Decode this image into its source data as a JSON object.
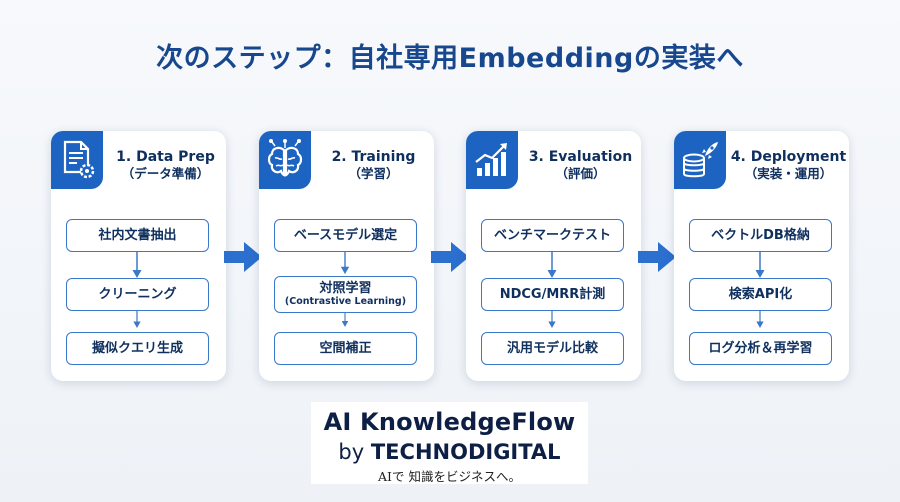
{
  "title": "次のステップ：自社専用Embeddingの実装へ",
  "stages": [
    {
      "title": "1. Data Prep",
      "subtitle": "（データ準備）",
      "icon": "document-gear-icon",
      "steps": [
        {
          "label": "社内文書抽出"
        },
        {
          "label": "クリーニング"
        },
        {
          "label": "擬似クエリ生成"
        }
      ]
    },
    {
      "title": "2. Training",
      "subtitle": "（学習）",
      "icon": "brain-network-icon",
      "steps": [
        {
          "label": "ベースモデル選定"
        },
        {
          "label": "対照学習",
          "sublabel": "(Contrastive Learning)"
        },
        {
          "label": "空間補正"
        }
      ]
    },
    {
      "title": "3. Evaluation",
      "subtitle": "（評価）",
      "icon": "bar-chart-icon",
      "steps": [
        {
          "label": "ベンチマークテスト"
        },
        {
          "label": "NDCG/MRR計測"
        },
        {
          "label": "汎用モデル比較"
        }
      ]
    },
    {
      "title": "4. Deployment",
      "subtitle": "（実装・運用）",
      "icon": "database-rocket-icon",
      "steps": [
        {
          "label": "ベクトルDB格納"
        },
        {
          "label": "検索API化"
        },
        {
          "label": "ログ分析＆再学習"
        }
      ]
    }
  ],
  "logo": {
    "name": "AI KnowledgeFlow",
    "by_prefix": "by",
    "company": "TECHNODIGITAL",
    "tagline": "AIで 知識をビジネスへ。"
  },
  "colors": {
    "accent": "#1d63c1",
    "title": "#17478d",
    "text": "#0f2f5e",
    "arrow": "#2b6fcf"
  }
}
